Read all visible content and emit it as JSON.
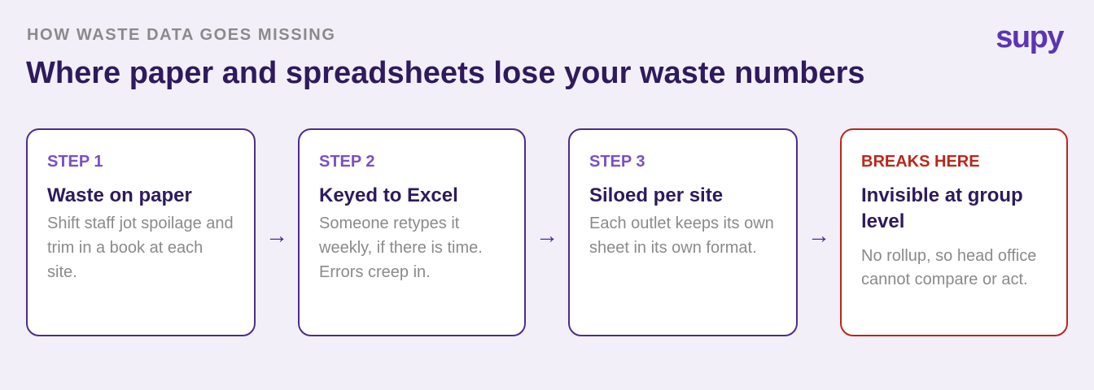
{
  "header": {
    "eyebrow": "HOW WASTE DATA GOES MISSING",
    "title": "Where paper and spreadsheets lose your waste numbers",
    "logo_text": "supy"
  },
  "colors": {
    "background": "#f3eff9",
    "primary": "#2e1a5c",
    "accent": "#7a4fc4",
    "brand": "#5b35b5",
    "alert": "#b8281a",
    "muted": "#8a8a8a"
  },
  "steps": [
    {
      "label": "STEP 1",
      "title": "Waste on paper",
      "body": "Shift staff jot spoilage and trim in a book at each site."
    },
    {
      "label": "STEP 2",
      "title": "Keyed to Excel",
      "body": "Someone retypes it weekly, if there is time. Errors creep in."
    },
    {
      "label": "STEP 3",
      "title": "Siloed per site",
      "body": "Each outlet keeps its own sheet in its own format."
    },
    {
      "label": "BREAKS HERE",
      "title": "Invisible at group level",
      "body": "No rollup, so head office cannot compare or act."
    }
  ],
  "arrow_glyph": "→"
}
